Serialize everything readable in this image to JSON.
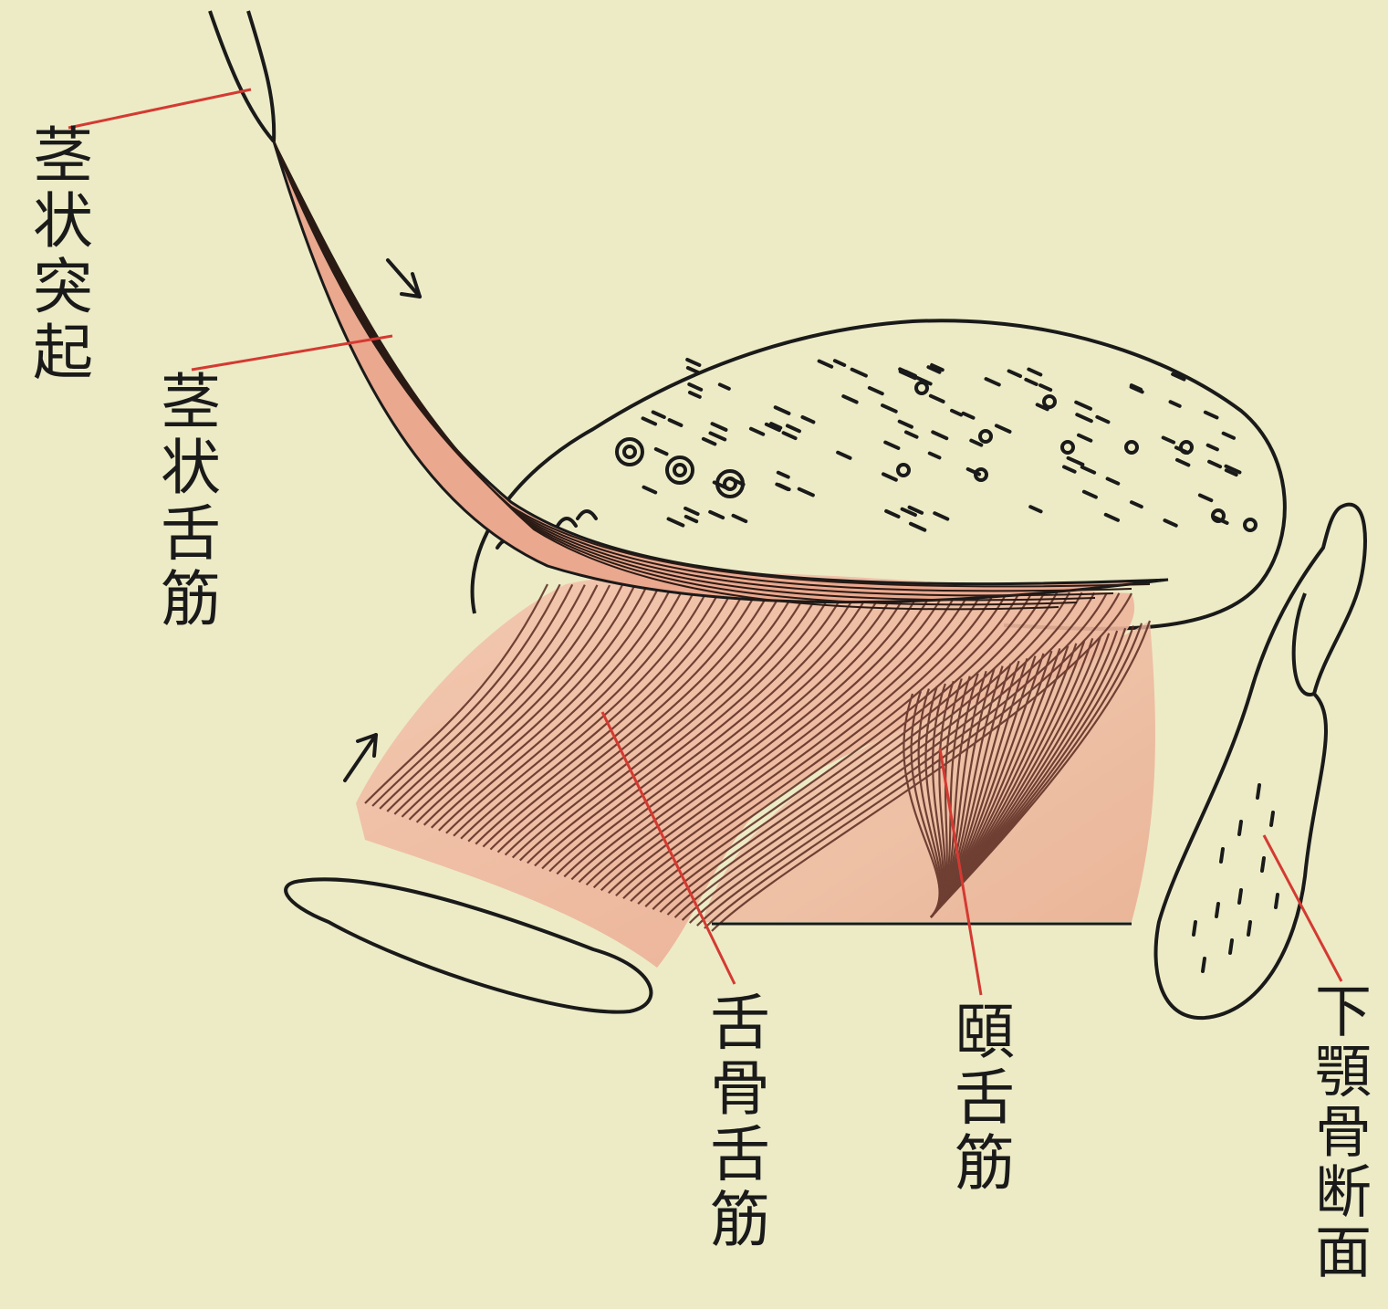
{
  "labels": {
    "styloid_process": "茎状突起",
    "styloglossus": "茎状舌筋",
    "hyoglossus": "舌骨舌筋",
    "genioglossus": "頤舌筋",
    "mandible_section": "下顎骨断面"
  },
  "colors": {
    "paper": "#ecebc6",
    "ink": "#1a1a1a",
    "leader_line": "#d43a32",
    "muscle_wash": "#f0b79a",
    "muscle_fiber": "#5a2a20"
  }
}
